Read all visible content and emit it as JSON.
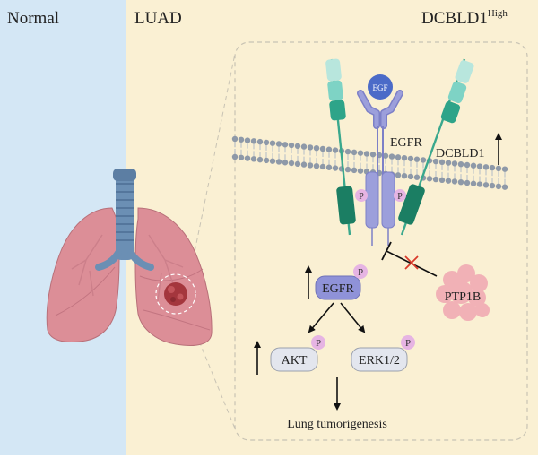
{
  "panels": {
    "normal_label": "Normal",
    "luad_label": "LUAD",
    "dcbld1_label": "DCBLD1",
    "dcbld1_superscript": "High"
  },
  "membrane": {
    "egfr_label": "EGFR",
    "dcbld1_label": "DCBLD1",
    "egf_label": "EGF",
    "phospho_label": "P"
  },
  "pathway": {
    "egfr_label": "EGFR",
    "akt_label": "AKT",
    "erk_label": "ERK1/2",
    "ptp1b_label": "PTP1B",
    "phospho_label": "P",
    "outcome_label": "Lung tumorigenesis"
  },
  "colors": {
    "normal_bg": "#d4e7f5",
    "luad_bg": "#faf0d3",
    "lung_fill": "#dc8e97",
    "trachea": "#6b8fb4",
    "egfr_purple": "#9c9fdb",
    "phospho_pink": "#e6b4e3",
    "dcbld1_green": "#1b8e6f",
    "dcbld1_teal": "#7ed3c5",
    "membrane_gray": "#8e99a8",
    "ptp1b_pink": "#f1b1b6",
    "inhibit_x": "#d93a2a"
  }
}
